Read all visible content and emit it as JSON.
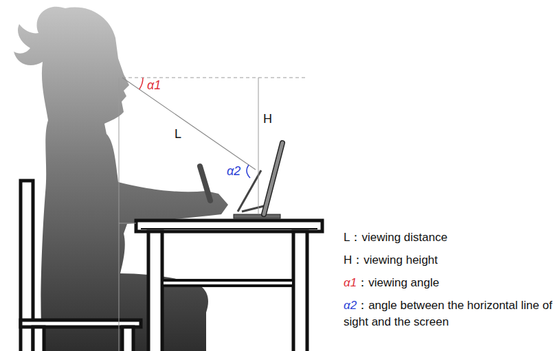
{
  "diagram": {
    "labels": [
      "α1",
      "L",
      "H",
      "α2",
      "L：viewing distance",
      "H：viewing height",
      "α1",
      "：viewing angle",
      "α2",
      "：angle between the horizontal line of sight and the screen"
    ]
  }
}
